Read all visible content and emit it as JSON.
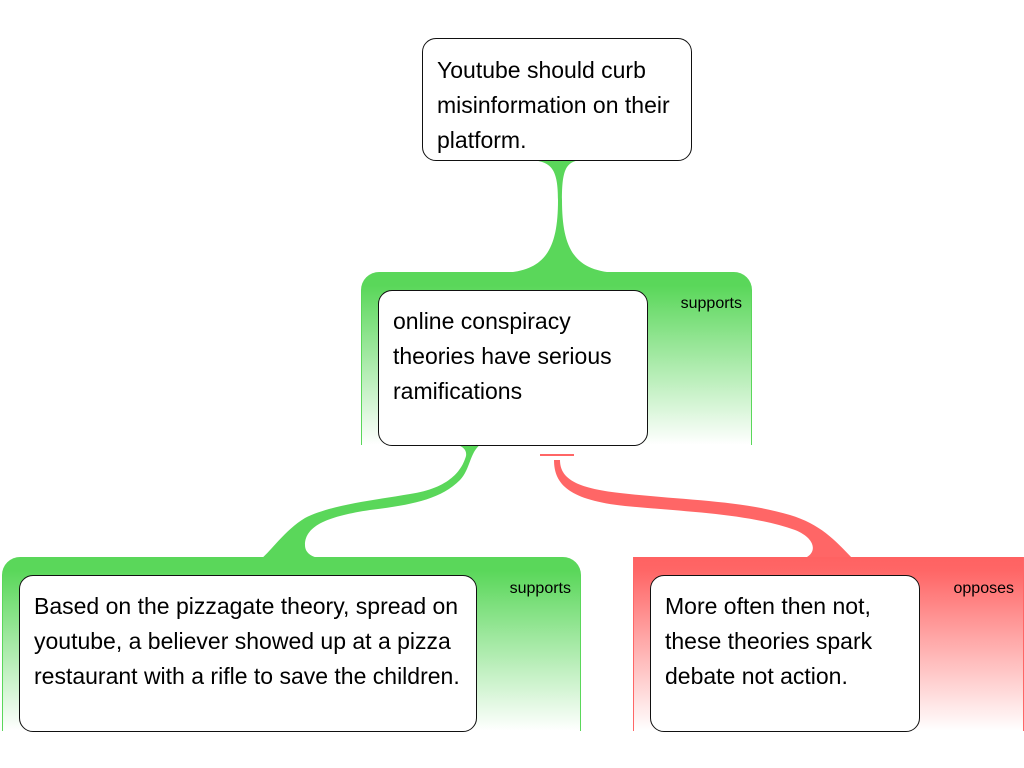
{
  "diagram": {
    "type": "argument-map",
    "colors": {
      "supports": "#5ad75a",
      "opposes": "#ff6666"
    },
    "root": {
      "text": "Youtube should curb misinformation on their platform."
    },
    "nodes": [
      {
        "id": "n1",
        "parent": "root",
        "relation": "supports",
        "text": "online conspiracy theories have serious ramifications"
      },
      {
        "id": "n2",
        "parent": "n1",
        "relation": "supports",
        "text": "Based on the pizzagate theory, spread on youtube, a believer showed up at a pizza restaurant with a rifle to save the children."
      },
      {
        "id": "n3",
        "parent": "n1",
        "relation": "opposes",
        "text": "More often then not, these theories spark debate not action."
      }
    ]
  }
}
